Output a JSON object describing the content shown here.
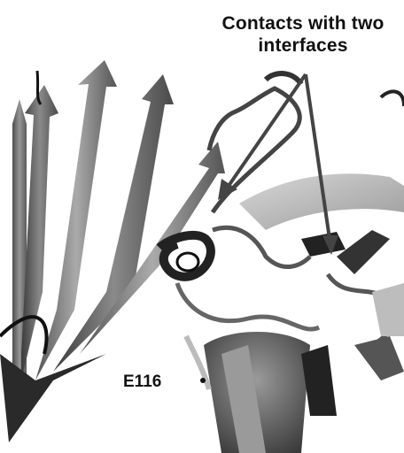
{
  "caption": {
    "line1": "Contacts with two",
    "line2": "interfaces"
  },
  "residue_label": "E116",
  "colors": {
    "background": "#ffffff",
    "ribbon_dark": "#2a2a2a",
    "ribbon_mid": "#6a6a6a",
    "ribbon_light": "#bdbdbd",
    "text": "#111111"
  }
}
